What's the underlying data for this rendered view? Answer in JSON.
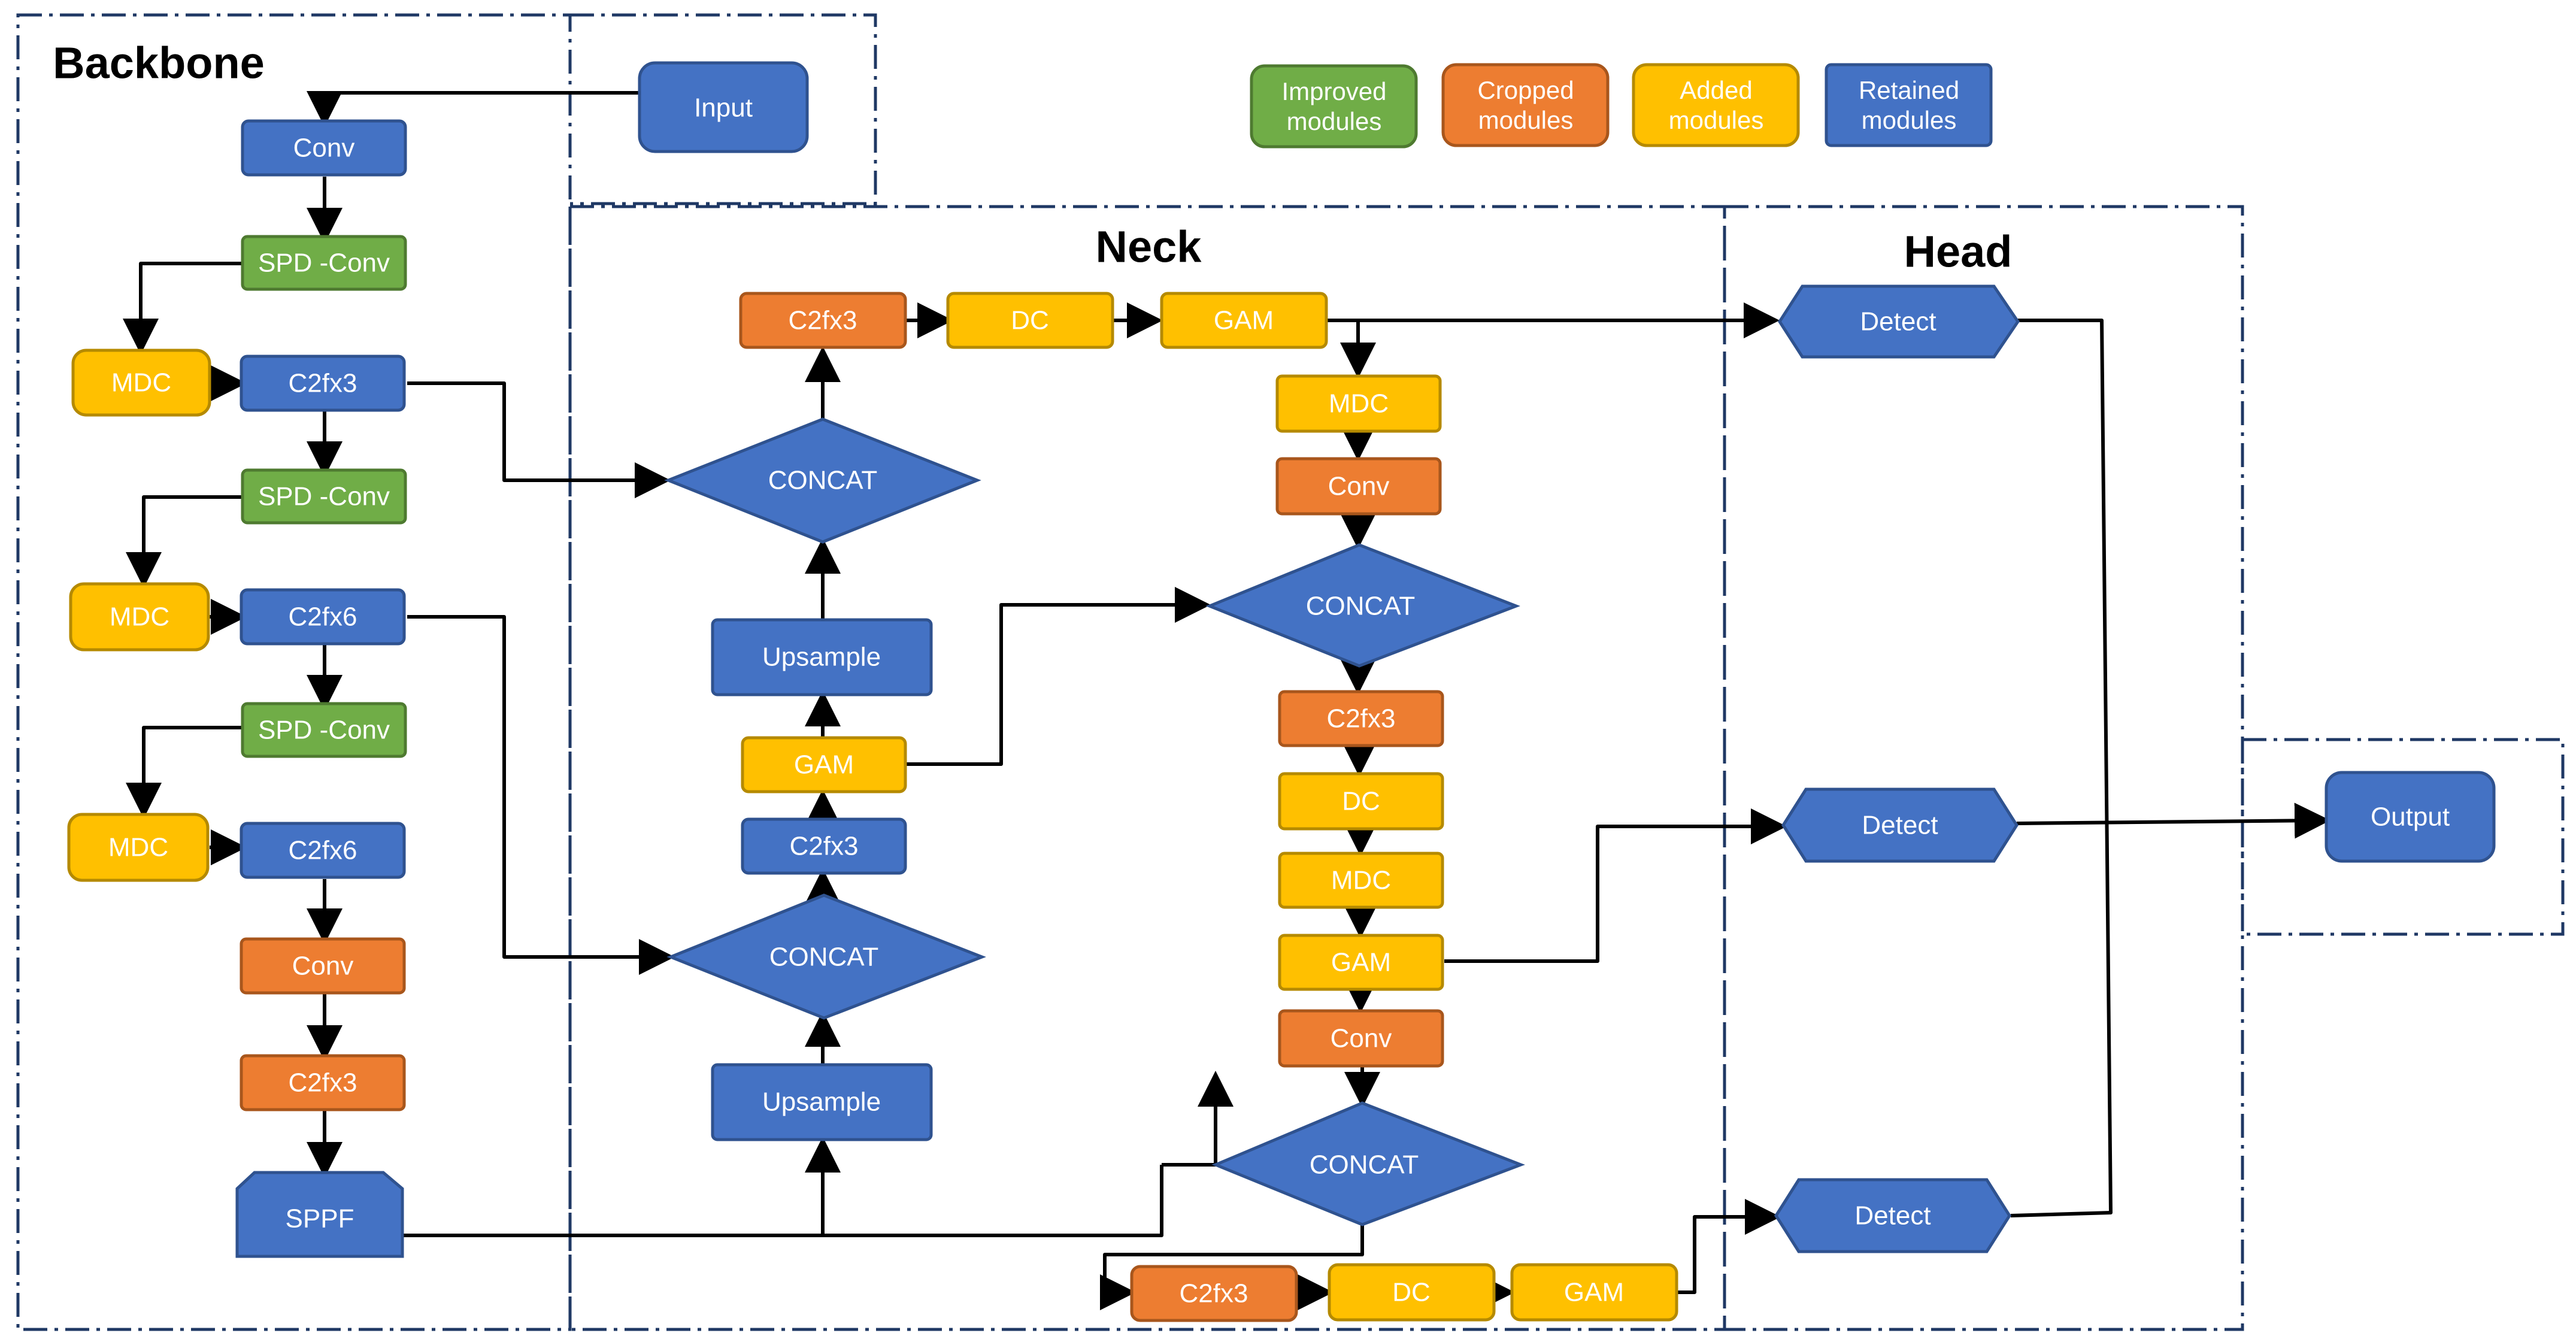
{
  "sections": {
    "backbone": "Backbone",
    "neck": "Neck",
    "head": "Head"
  },
  "legend": {
    "improved": "Improved\nmodules",
    "cropped": "Cropped\nmodules",
    "added": "Added\nmodules",
    "retained": "Retained\nmodules"
  },
  "colors": {
    "improved": "#70AD47",
    "cropped": "#ED7D31",
    "added": "#FFC000",
    "retained": "#4472C4"
  },
  "nodes": {
    "input": "Input",
    "bb_conv1": "Conv",
    "bb_spd1": "SPD -Conv",
    "bb_mdc1": "MDC",
    "bb_c2f3": "C2fx3",
    "bb_spd2": "SPD -Conv",
    "bb_mdc2": "MDC",
    "bb_c2f6a": "C2fx6",
    "bb_spd3": "SPD -Conv",
    "bb_mdc3": "MDC",
    "bb_c2f6b": "C2fx6",
    "bb_conv2": "Conv",
    "bb_c2f3b": "C2fx3",
    "sppf": "SPPF",
    "nk_c2f3_top": "C2fx3",
    "nk_dc_top": "DC",
    "nk_gam_top": "GAM",
    "nk_concat1": "CONCAT",
    "nk_upsample1": "Upsample",
    "nk_gam_mid": "GAM",
    "nk_c2f3_mid": "C2fx3",
    "nk_concat2": "CONCAT",
    "nk_upsample2": "Upsample",
    "nk_mdc_r1": "MDC",
    "nk_conv_r1": "Conv",
    "nk_concat3": "CONCAT",
    "nk_c2f3_r": "C2fx3",
    "nk_dc_r": "DC",
    "nk_mdc_r2": "MDC",
    "nk_gam_r": "GAM",
    "nk_conv_r2": "Conv",
    "nk_concat4": "CONCAT",
    "nk_c2f3_bot": "C2fx3",
    "nk_dc_bot": "DC",
    "nk_gam_bot": "GAM",
    "detect1": "Detect",
    "detect2": "Detect",
    "detect3": "Detect",
    "output": "Output"
  }
}
